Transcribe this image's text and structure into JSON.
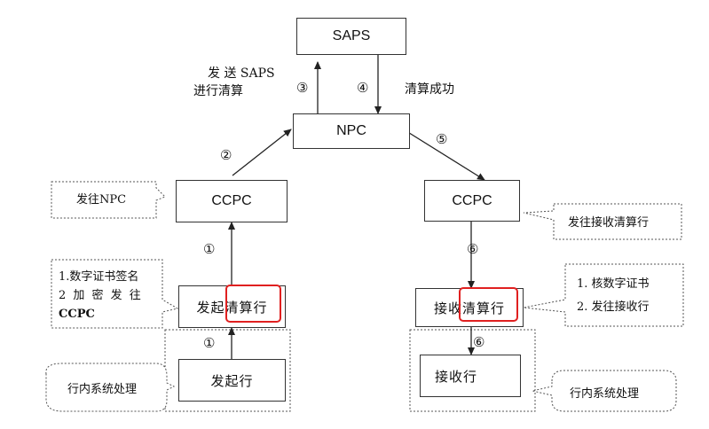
{
  "nodes": {
    "saps": "SAPS",
    "npc": "NPC",
    "ccpc_left": "CCPC",
    "ccpc_right": "CCPC",
    "send_clearing": "发起清算行",
    "send_bank": "发起行",
    "recv_clearing": "接收清算行",
    "recv_bank": "接收行"
  },
  "labels": {
    "send_saps_line1": "发 送 SAPS",
    "send_saps_line2": "进行清算",
    "clearing_success": "清算成功"
  },
  "steps": {
    "s1a": "①",
    "s1b": "①",
    "s2": "②",
    "s3": "③",
    "s4": "④",
    "s5": "⑤",
    "s6a": "⑥",
    "s6b": "⑥"
  },
  "notes": {
    "to_npc": "发往NPC",
    "sign_line1": "1.数字证书签名",
    "sign_line2": "2 加 密 发 往",
    "sign_line3": "CCPC",
    "to_recv_clearing": "发往接收清算行",
    "verify_line1": "1. 核数字证书",
    "verify_line2": "2. 发往接收行",
    "internal_left": "行内系统处理",
    "internal_right": "行内系统处理"
  },
  "colors": {
    "highlight": "#e02020",
    "line": "#222222",
    "dotted": "#555555"
  }
}
